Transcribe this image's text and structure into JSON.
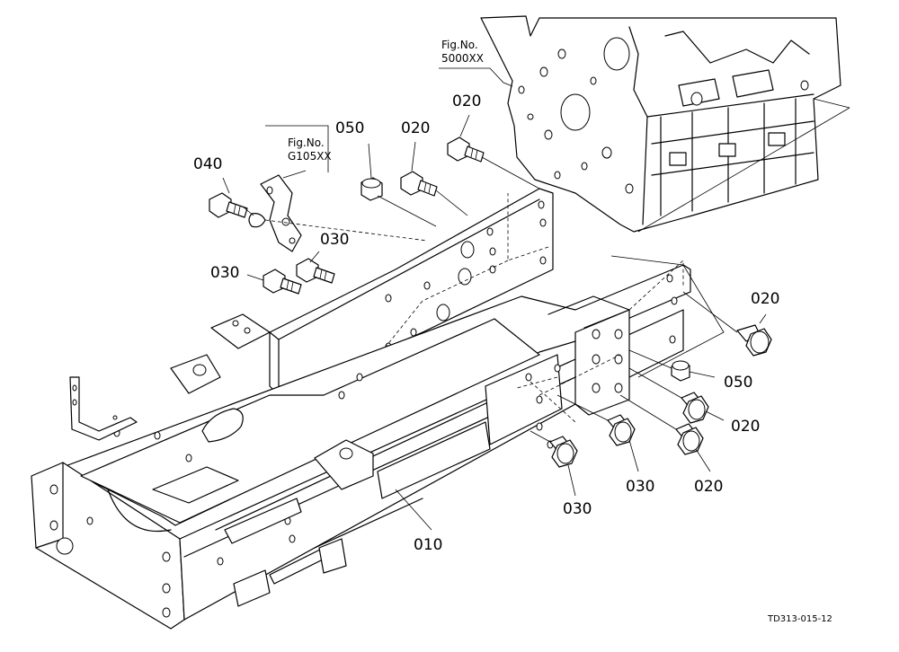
{
  "callouts": {
    "p010": "010",
    "p020_a": "020",
    "p020_b": "020",
    "p020_c": "020",
    "p020_d": "020",
    "p020_e": "020",
    "p030_a": "030",
    "p030_b": "030",
    "p030_c": "030",
    "p030_d": "030",
    "p040": "040",
    "p050_a": "050",
    "p050_b": "050"
  },
  "references": {
    "engine_fig_label": "Fig.No.",
    "engine_fig_number": "5000XX",
    "bracket_fig_label": "Fig.No.",
    "bracket_fig_number": "G105XX"
  },
  "drawing_code": "TD313-015-12"
}
